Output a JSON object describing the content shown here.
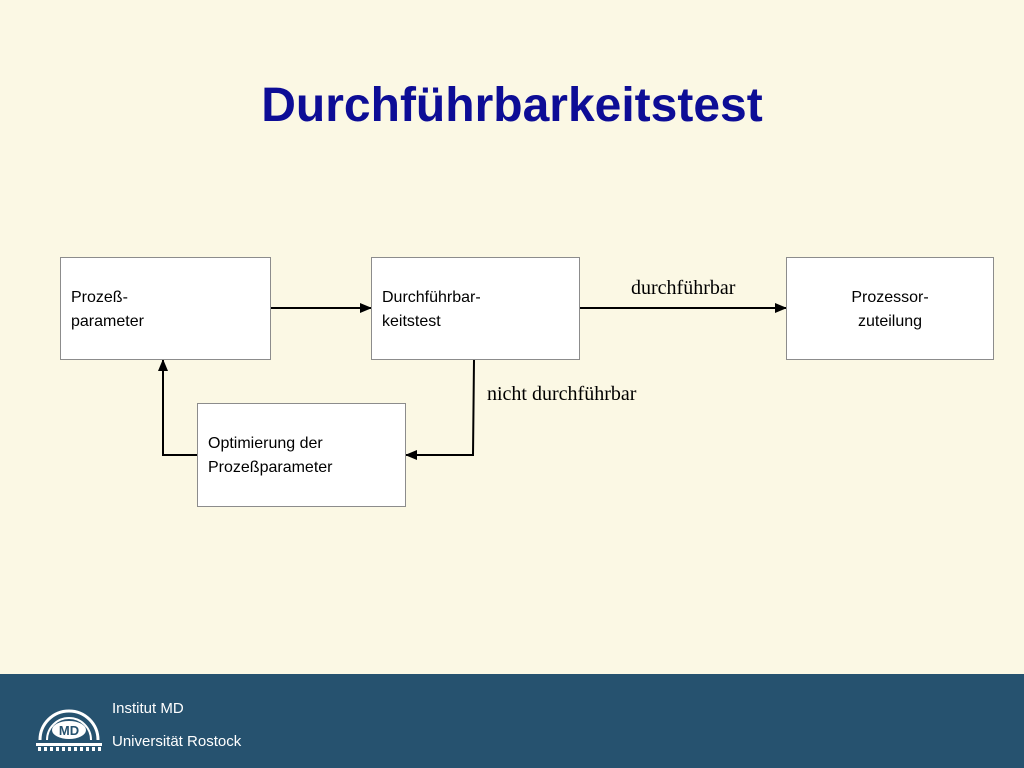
{
  "title": "Durchführbarkeitstest",
  "boxes": {
    "params": {
      "line1": "Prozeß-",
      "line2": "parameter"
    },
    "test": {
      "line1": "Durchführbar-",
      "line2": "keitstest"
    },
    "proc": {
      "line1": "Prozessor-",
      "line2": "zuteilung"
    },
    "opt": {
      "line1": "Optimierung der",
      "line2": "Prozeßparameter"
    }
  },
  "edges": {
    "ok": "durchführbar",
    "not_ok": "nicht durchführbar"
  },
  "footer": {
    "institute": "Institut MD",
    "university": "Universität Rostock",
    "logo_text": "MD"
  },
  "colors": {
    "background": "#fbf8e4",
    "title": "#0d0d96",
    "footer": "#26526f"
  }
}
